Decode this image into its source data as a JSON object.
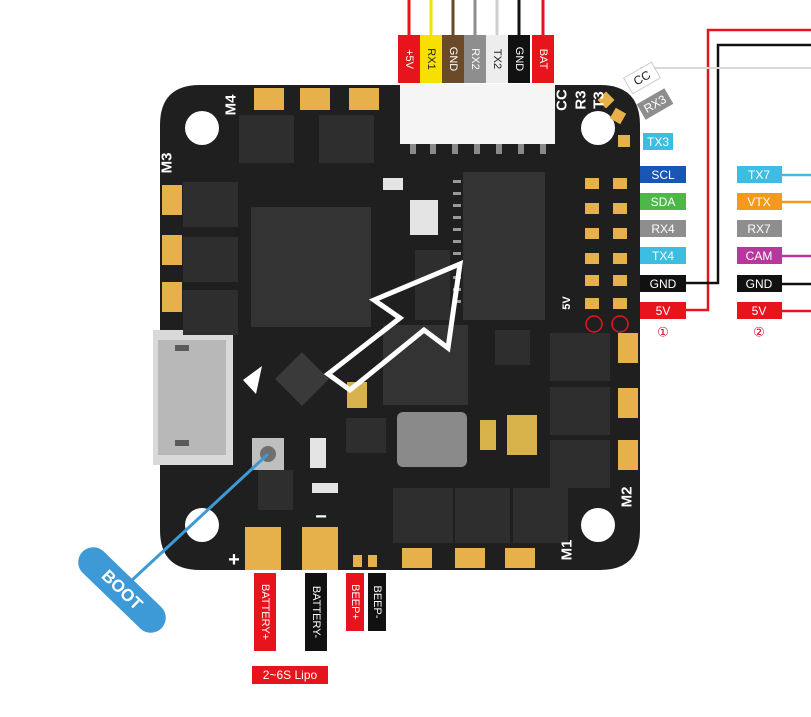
{
  "top_connector": {
    "pins": [
      {
        "label": "+5V",
        "color": "#e8141c",
        "text_dark": false
      },
      {
        "label": "RX1",
        "color": "#f5e000",
        "text_dark": true
      },
      {
        "label": "GND",
        "color": "#6b4a2a",
        "text_dark": false
      },
      {
        "label": "RX2",
        "color": "#8e8e8e",
        "text_dark": false
      },
      {
        "label": "TX2",
        "color": "#ededed",
        "text_dark": true
      },
      {
        "label": "GND",
        "color": "#111111",
        "text_dark": false
      },
      {
        "label": "BAT",
        "color": "#e8141c",
        "text_dark": false
      }
    ]
  },
  "cc_side": [
    {
      "label": "CC",
      "color": "#ffffff",
      "text_dark": true
    },
    {
      "label": "RX3",
      "color": "#8e8e8e",
      "text_dark": false
    }
  ],
  "right_pads": [
    {
      "label": "TX3",
      "color": "#3ebde2"
    },
    {
      "label": "SCL",
      "color": "#1a55b5"
    },
    {
      "label": "SDA",
      "color": "#4cb848"
    },
    {
      "label": "RX4",
      "color": "#8e8e8e"
    },
    {
      "label": "TX4",
      "color": "#3ebde2"
    },
    {
      "label": "GND",
      "color": "#111111"
    },
    {
      "label": "5V",
      "color": "#e8141c"
    }
  ],
  "connector2": [
    {
      "label": "TX7",
      "color": "#3ebde2"
    },
    {
      "label": "VTX",
      "color": "#f39a1a"
    },
    {
      "label": "RX7",
      "color": "#8e8e8e"
    },
    {
      "label": "CAM",
      "color": "#b8379c"
    },
    {
      "label": "GND",
      "color": "#111111"
    },
    {
      "label": "5V",
      "color": "#e8141c"
    }
  ],
  "connector_marks": {
    "one": "①",
    "two": "②"
  },
  "silkscreen": {
    "m1": "M1",
    "m2": "M2",
    "m3": "M3",
    "m4": "M4",
    "cc": "CC",
    "r3": "R3",
    "t3": "T3",
    "five_v": "5V",
    "plus": "+",
    "minus": "−"
  },
  "bottom_pads": [
    {
      "label": "BATTERY+",
      "color": "#e8141c"
    },
    {
      "label": "BATTERY-",
      "color": "#111111"
    },
    {
      "label": "BEEP+",
      "color": "#e8141c"
    },
    {
      "label": "BEEP-",
      "color": "#111111"
    }
  ],
  "boot_label": "BOOT",
  "lipo_label": "2~6S Lipo",
  "colors": {
    "board": "#1f1f1f",
    "pad": "#e6b14a",
    "boot": "#3d9ad6"
  }
}
